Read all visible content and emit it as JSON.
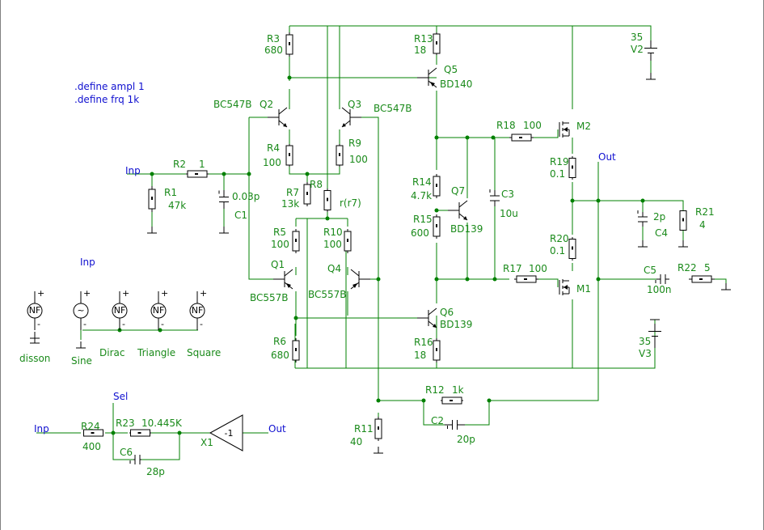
{
  "directives": [
    ".define ampl 1",
    ".define frq 1k"
  ],
  "nets": {
    "inp": "Inp",
    "out": "Out",
    "sel": "Sel"
  },
  "resistors": [
    {
      "ref": "R1",
      "value": "47k"
    },
    {
      "ref": "R2",
      "value": "1"
    },
    {
      "ref": "R3",
      "value": "680"
    },
    {
      "ref": "R4",
      "value": "100"
    },
    {
      "ref": "R5",
      "value": "100"
    },
    {
      "ref": "R6",
      "value": "680"
    },
    {
      "ref": "R7",
      "value": "13k"
    },
    {
      "ref": "R8",
      "value": "r(r7)"
    },
    {
      "ref": "R9",
      "value": "100"
    },
    {
      "ref": "R10",
      "value": "100"
    },
    {
      "ref": "R11",
      "value": "40"
    },
    {
      "ref": "R12",
      "value": "1k"
    },
    {
      "ref": "R13",
      "value": "18"
    },
    {
      "ref": "R14",
      "value": "4.7k"
    },
    {
      "ref": "R15",
      "value": "600"
    },
    {
      "ref": "R16",
      "value": "18"
    },
    {
      "ref": "R17",
      "value": "100"
    },
    {
      "ref": "R18",
      "value": "100"
    },
    {
      "ref": "R19",
      "value": "0.1"
    },
    {
      "ref": "R20",
      "value": "0.1"
    },
    {
      "ref": "R21",
      "value": "4"
    },
    {
      "ref": "R22",
      "value": "5"
    },
    {
      "ref": "R23",
      "value": "10.445K"
    },
    {
      "ref": "R24",
      "value": "400"
    }
  ],
  "capacitors": [
    {
      "ref": "C1",
      "value": "0.03p"
    },
    {
      "ref": "C2",
      "value": "20p"
    },
    {
      "ref": "C3",
      "value": "10u"
    },
    {
      "ref": "C4",
      "value": "2p"
    },
    {
      "ref": "C5",
      "value": "100n"
    },
    {
      "ref": "C6",
      "value": "28p"
    }
  ],
  "transistors": [
    {
      "ref": "Q1",
      "model": "BC557B"
    },
    {
      "ref": "Q2",
      "model": "BC547B"
    },
    {
      "ref": "Q3",
      "model": "BC547B"
    },
    {
      "ref": "Q4",
      "model": "BC557B"
    },
    {
      "ref": "Q5",
      "model": "BD140"
    },
    {
      "ref": "Q6",
      "model": "BD139"
    },
    {
      "ref": "Q7",
      "model": "BD139"
    },
    {
      "ref": "M1",
      "model": ""
    },
    {
      "ref": "M2",
      "model": ""
    }
  ],
  "supplies": [
    {
      "ref": "V2",
      "value": "35"
    },
    {
      "ref": "V3",
      "value": "35"
    }
  ],
  "generators": [
    {
      "name": "disson",
      "symbol": "NF"
    },
    {
      "name": "Sine",
      "symbol": "~"
    },
    {
      "name": "Dirac",
      "symbol": "NF"
    },
    {
      "name": "Triangle",
      "symbol": "NF"
    },
    {
      "name": "Square",
      "symbol": "NF"
    }
  ],
  "amplifier": {
    "ref": "X1",
    "gain": "-1"
  },
  "pin_signs": {
    "plus": "+",
    "minus": "-"
  }
}
